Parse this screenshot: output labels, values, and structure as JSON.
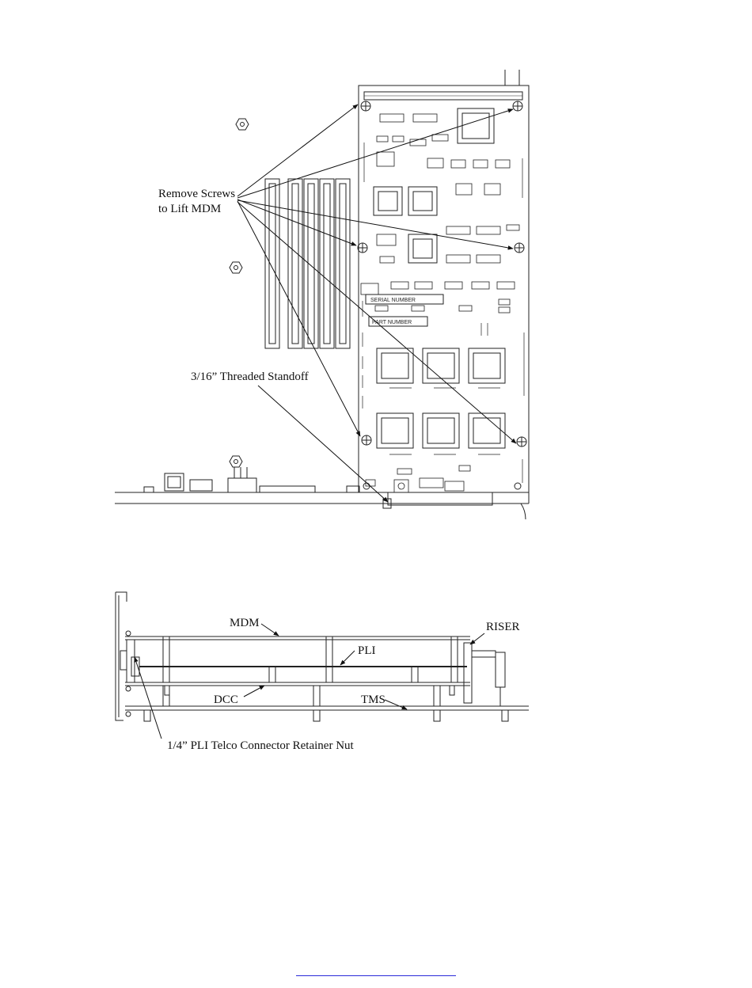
{
  "top_figure": {
    "callout_remove_screws_line1": "Remove Screws",
    "callout_remove_screws_line2": "to Lift MDM",
    "callout_standoff": "3/16” Threaded Standoff",
    "board_serial_label": "SERIAL NUMBER",
    "board_part_label": "PART NUMBER"
  },
  "side_figure": {
    "label_mdm": "MDM",
    "label_riser": "RISER",
    "label_pli": "PLI",
    "label_dcc": "DCC",
    "label_tms": "TMS",
    "label_retainer_nut": "1/4” PLI Telco Connector Retainer Nut"
  },
  "colors": {
    "line": "#222222",
    "footer_link": "#2a2ad8"
  }
}
